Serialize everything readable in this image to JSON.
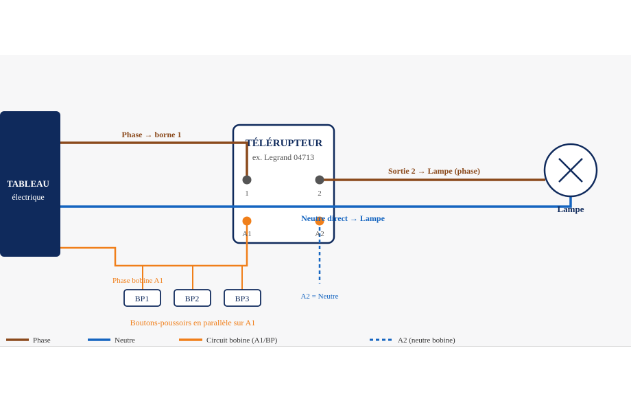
{
  "panel": {
    "title": "TABLEAU",
    "subtitle": "électrique"
  },
  "relay": {
    "title": "TÉLÉRUPTEUR",
    "model": "ex. Legrand 04713",
    "terminals": {
      "t1": "1",
      "t2": "2",
      "a1": "A1",
      "a2": "A2"
    }
  },
  "lamp": {
    "label": "Lampe",
    "icon": "lamp-cross-icon"
  },
  "wires": {
    "phase_label": "Phase → borne 1",
    "output_label": "Sortie 2 → Lampe (phase)",
    "neutral_label": "Neutre direct → Lampe",
    "coil_label": "Phase bobine A1",
    "a2_label": "A2 = Neutre"
  },
  "buttons": {
    "items": [
      "BP1",
      "BP2",
      "BP3"
    ],
    "caption": "Boutons-poussoirs en parallèle sur A1"
  },
  "legend": {
    "phase": "Phase",
    "neutral": "Neutre",
    "coil": "Circuit bobine (A1/BP)",
    "a2": "A2 (neutre bobine)"
  },
  "colors": {
    "phase": "#8b4a1c",
    "neutral": "#1565c0",
    "coil": "#f07f1a",
    "navy": "#0f2a5c",
    "terminal": "#555555",
    "a2_dash": "#1565c0"
  }
}
